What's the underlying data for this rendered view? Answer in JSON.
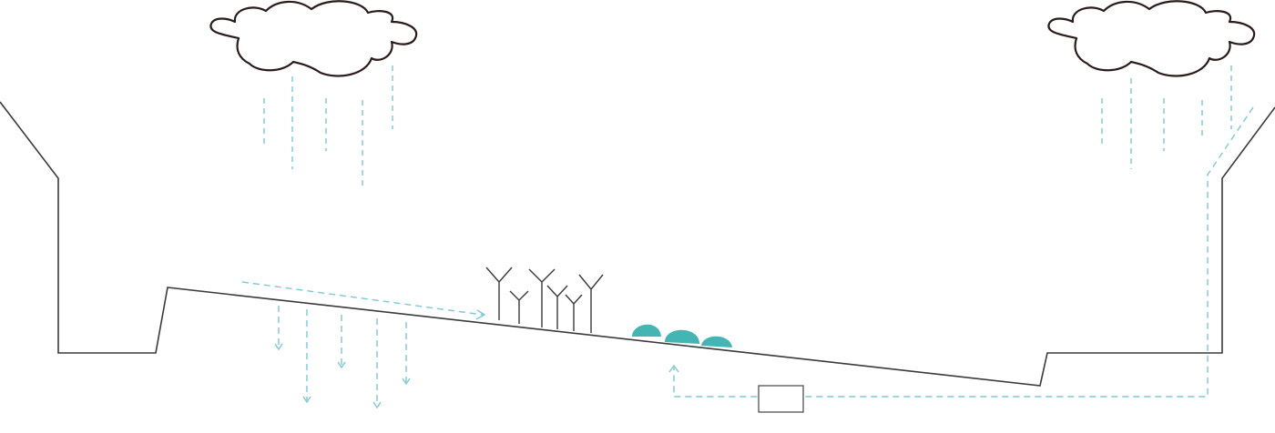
{
  "diagram": {
    "colors": {
      "ground_line": "#3a3a3a",
      "cloud_outline": "#2a1c1a",
      "water": "#7ec8d4",
      "stones": "#45b5b3",
      "tank_outline": "#444444"
    },
    "elements": {
      "clouds": 2,
      "plants": 6,
      "stones": 3,
      "tanks": 1
    }
  }
}
